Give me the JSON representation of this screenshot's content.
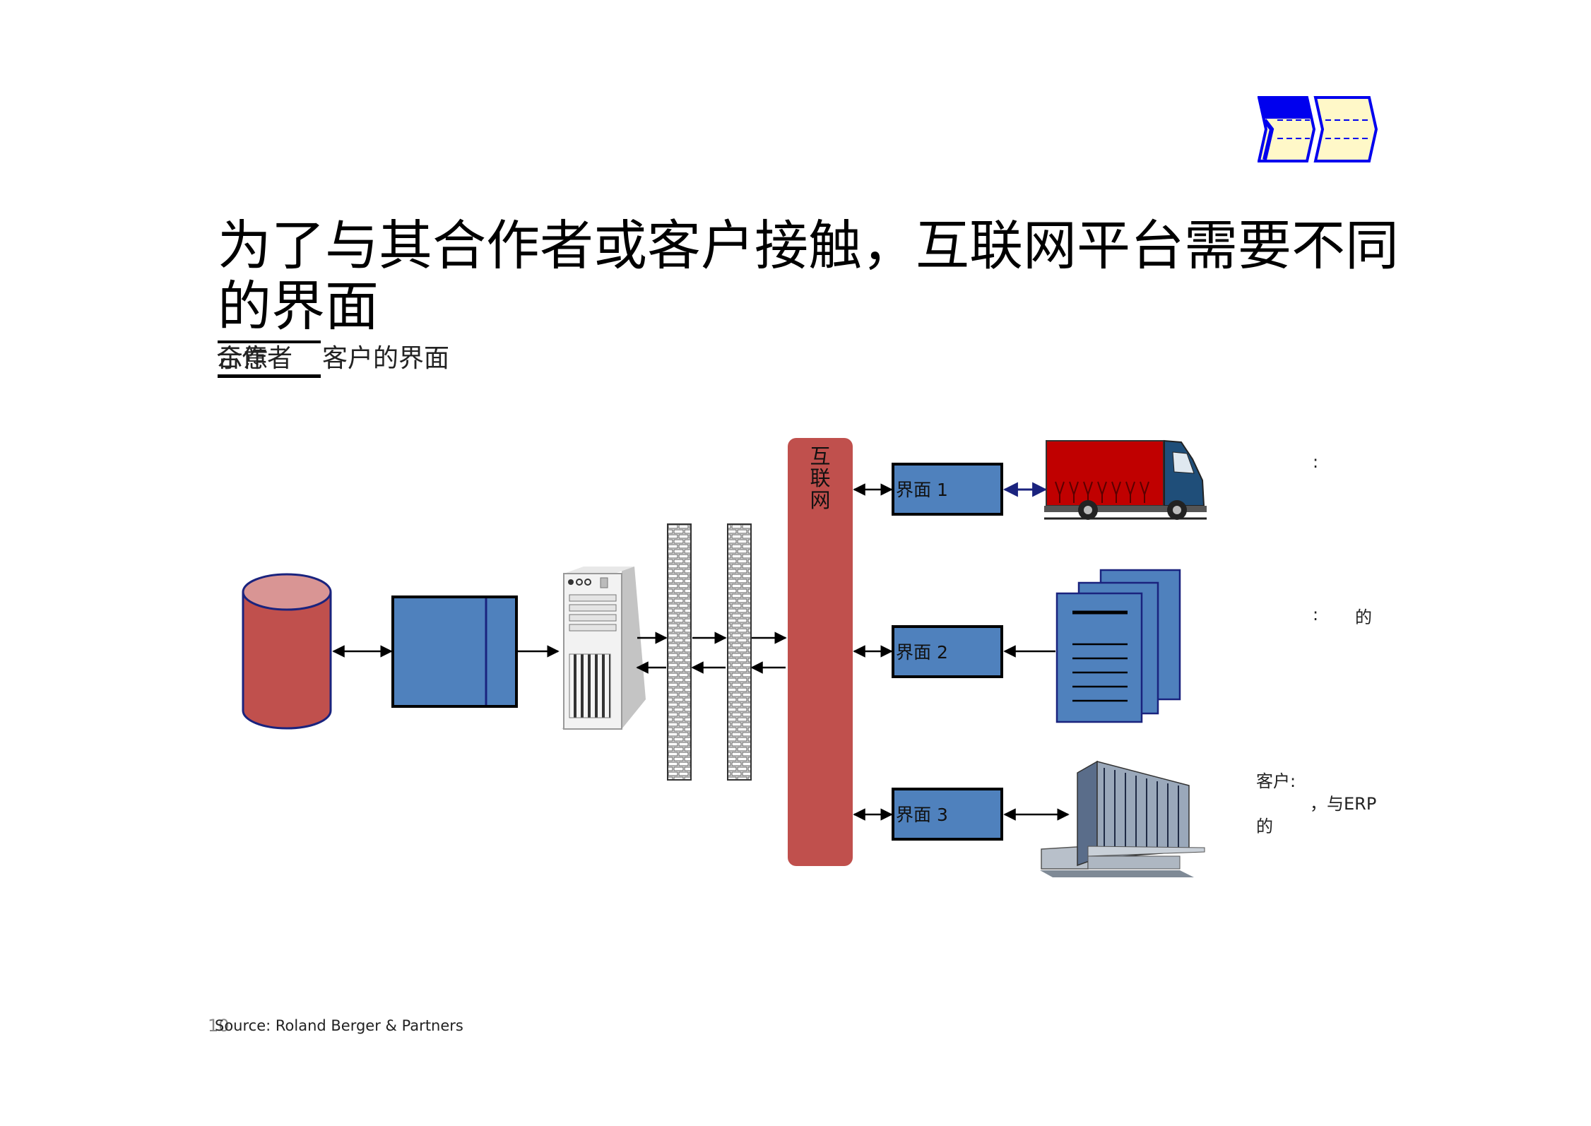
{
  "title": "为了与其合作者或客户接触，互联网平台需要不同的界面",
  "subtitle": {
    "left": "示意",
    "overlap": "合作者",
    "right": "客户的界面"
  },
  "diagram": {
    "internet_label": [
      "互",
      "联",
      "网"
    ],
    "interfaces": [
      {
        "label": "界面 1"
      },
      {
        "label": "界面 2"
      },
      {
        "label": "界面 3"
      }
    ],
    "notes": {
      "n1": ":",
      "n2a": ":",
      "n2b": "的",
      "n3a": "客户:",
      "n3b": "，与ERP",
      "n3c": "的"
    }
  },
  "footer": {
    "page_number": "10",
    "source": "Source: Roland Berger & Partners"
  },
  "colors": {
    "blue": "#4f81bd",
    "red": "#c0504d",
    "pink": "#d99594",
    "navy": "#1a237e",
    "logo_yellow": "#fff8c8",
    "logo_blue": "#0000ee"
  }
}
